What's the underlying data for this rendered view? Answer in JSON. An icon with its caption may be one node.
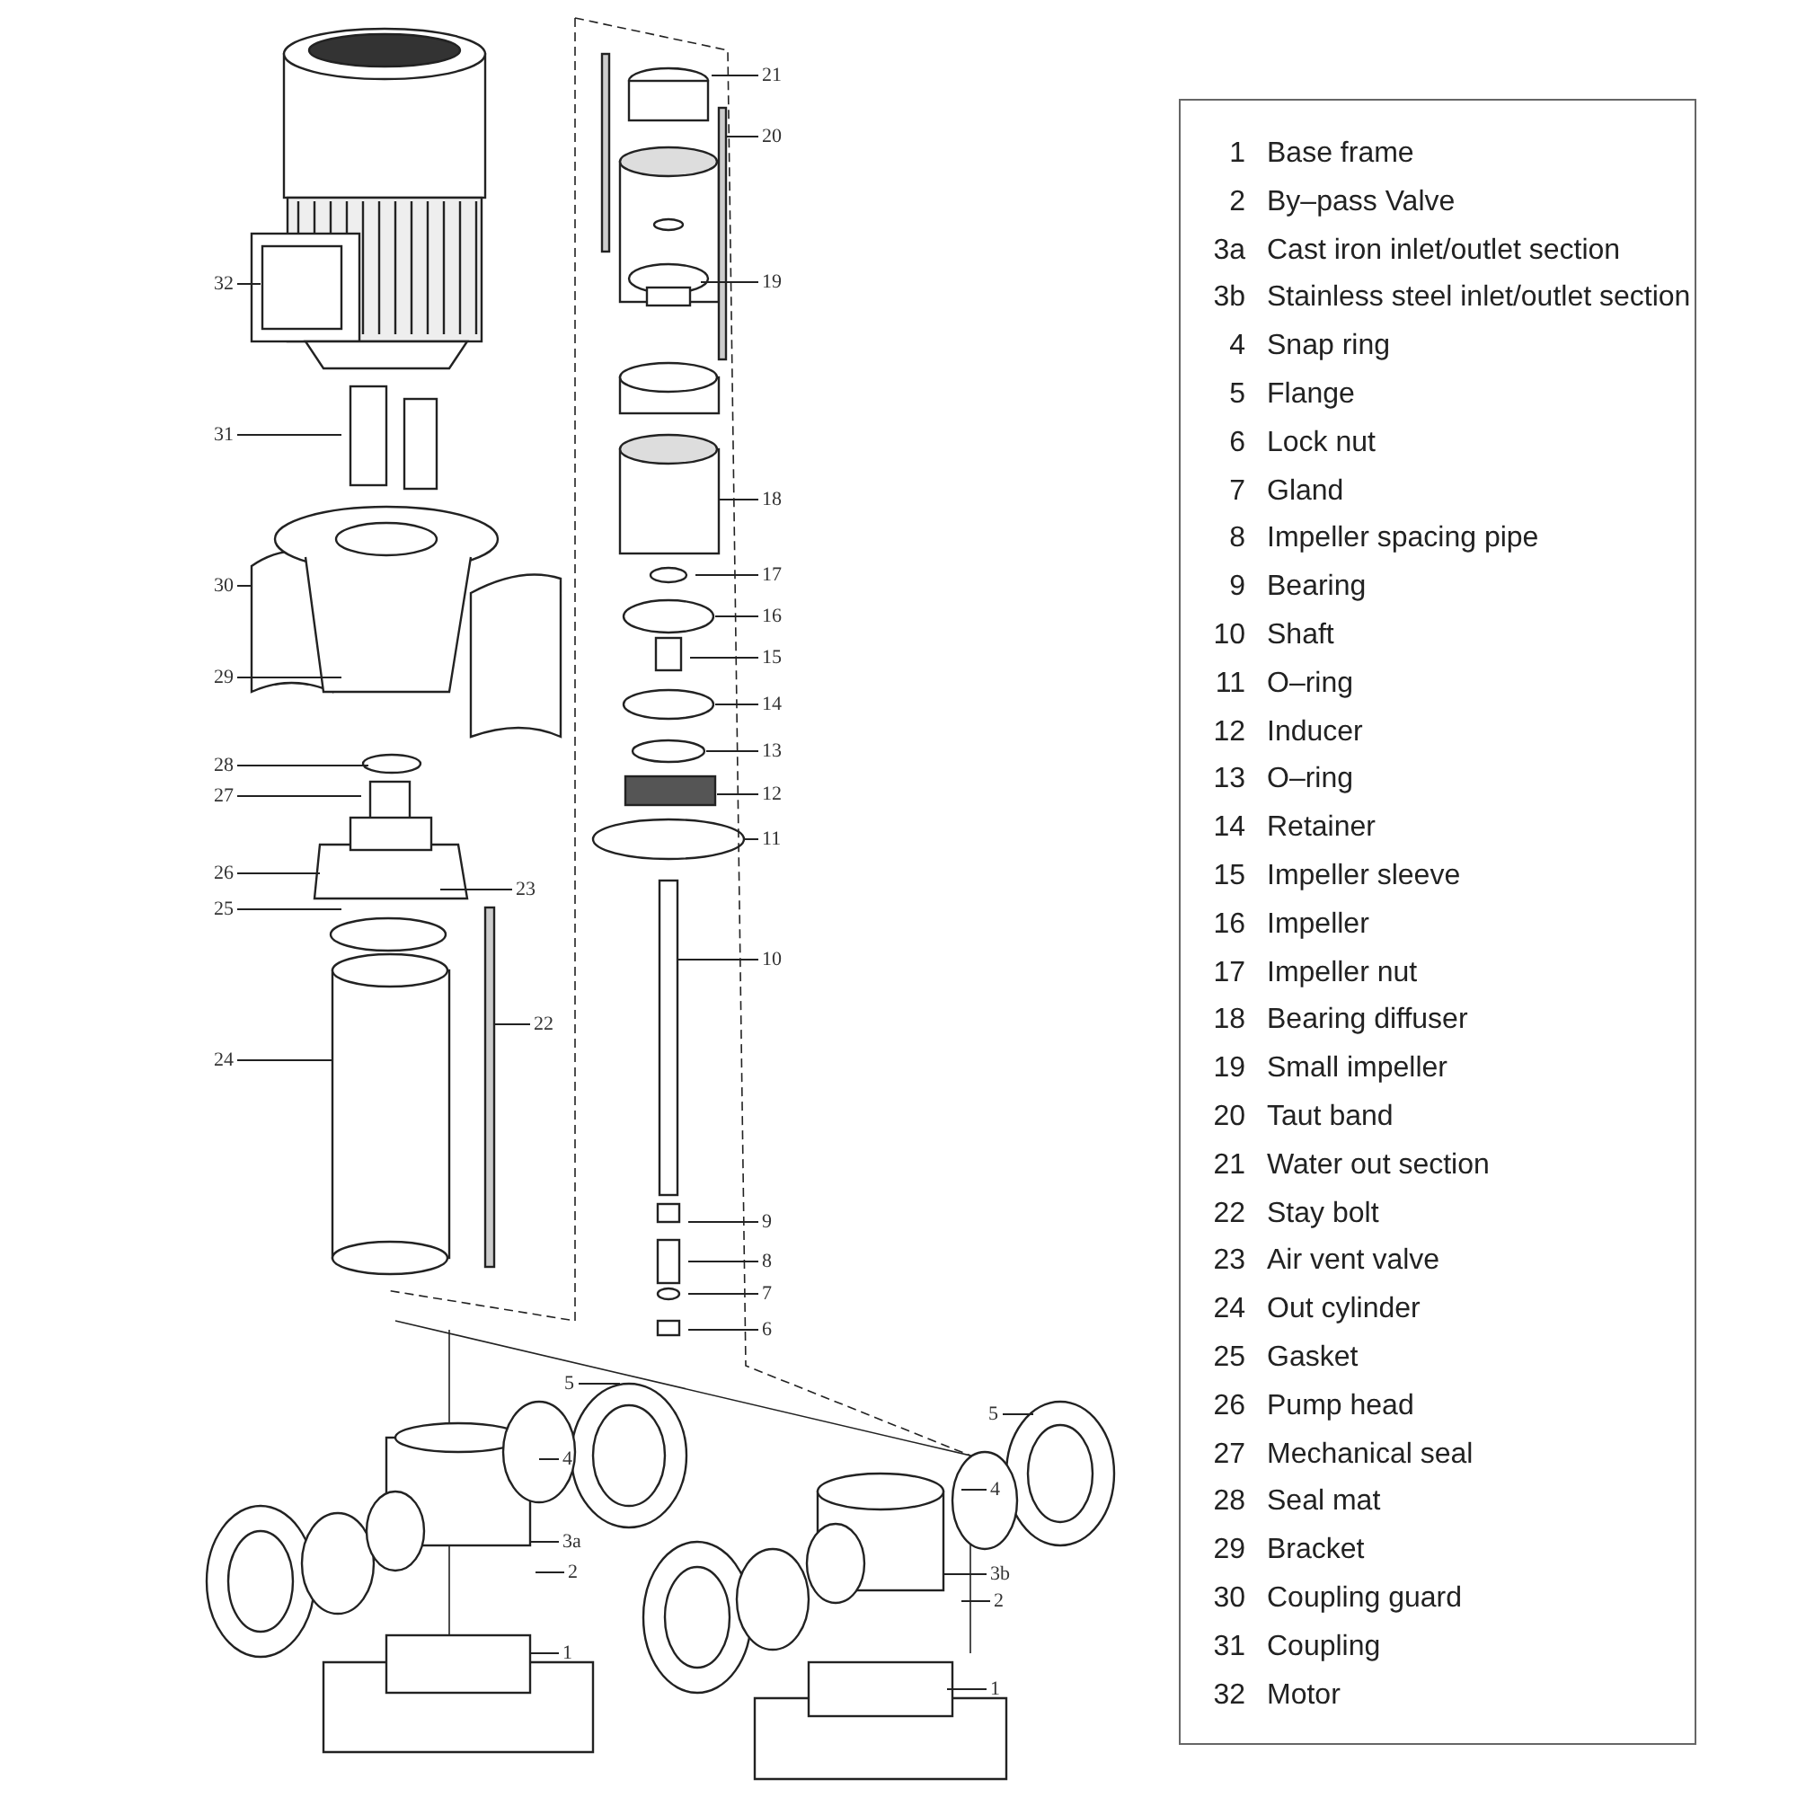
{
  "diagram": {
    "nodes": [
      {
        "text": [
          "32"
        ]
      },
      {
        "text": [
          "31"
        ]
      },
      {
        "text": [
          "30"
        ]
      },
      {
        "text": [
          "29"
        ]
      },
      {
        "text": [
          "28"
        ]
      },
      {
        "text": [
          "27"
        ]
      },
      {
        "text": [
          "26"
        ]
      },
      {
        "text": [
          "25"
        ]
      },
      {
        "text": [
          "24"
        ]
      },
      {
        "text": [
          "23"
        ]
      },
      {
        "text": [
          "22"
        ]
      },
      {
        "text": [
          "21"
        ]
      },
      {
        "text": [
          "20"
        ]
      },
      {
        "text": [
          "19"
        ]
      },
      {
        "text": [
          "18"
        ]
      },
      {
        "text": [
          "17"
        ]
      },
      {
        "text": [
          "16"
        ]
      },
      {
        "text": [
          "15"
        ]
      },
      {
        "text": [
          "14"
        ]
      },
      {
        "text": [
          "13"
        ]
      },
      {
        "text": [
          "12"
        ]
      },
      {
        "text": [
          "11"
        ]
      },
      {
        "text": [
          "10"
        ]
      },
      {
        "text": [
          "9"
        ]
      },
      {
        "text": [
          "8"
        ]
      },
      {
        "text": [
          "7"
        ]
      },
      {
        "text": [
          "6"
        ]
      },
      {
        "text": [
          "5"
        ]
      },
      {
        "text": [
          "4"
        ]
      },
      {
        "text": [
          "3a"
        ]
      },
      {
        "text": [
          "2"
        ]
      },
      {
        "text": [
          "1"
        ]
      },
      {
        "text": [
          "5"
        ]
      },
      {
        "text": [
          "4"
        ]
      },
      {
        "text": [
          "3b"
        ]
      },
      {
        "text": [
          "2"
        ]
      },
      {
        "text": [
          "1"
        ]
      }
    ],
    "edges": [
      {
        "from": 0,
        "to": null,
        "arrow": "none"
      },
      {
        "from": 1,
        "to": null,
        "arrow": "none"
      },
      {
        "from": 2,
        "to": null,
        "arrow": "none"
      },
      {
        "from": 3,
        "to": null,
        "arrow": "none"
      },
      {
        "from": 4,
        "to": null,
        "arrow": "none"
      },
      {
        "from": 5,
        "to": null,
        "arrow": "none"
      },
      {
        "from": 6,
        "to": null,
        "arrow": "none"
      },
      {
        "from": 7,
        "to": null,
        "arrow": "none"
      },
      {
        "from": 8,
        "to": null,
        "arrow": "none"
      },
      {
        "from": 9,
        "to": null,
        "arrow": "none"
      },
      {
        "from": 10,
        "to": null,
        "arrow": "none"
      },
      {
        "from": 11,
        "to": null,
        "arrow": "none"
      },
      {
        "from": 12,
        "to": null,
        "arrow": "none"
      },
      {
        "from": 13,
        "to": null,
        "arrow": "none"
      },
      {
        "from": 14,
        "to": null,
        "arrow": "none"
      },
      {
        "from": 15,
        "to": null,
        "arrow": "none"
      },
      {
        "from": 16,
        "to": null,
        "arrow": "none"
      },
      {
        "from": 17,
        "to": null,
        "arrow": "none"
      },
      {
        "from": 18,
        "to": null,
        "arrow": "none"
      },
      {
        "from": 19,
        "to": null,
        "arrow": "none"
      },
      {
        "from": 20,
        "to": null,
        "arrow": "none"
      },
      {
        "from": 21,
        "to": null,
        "arrow": "none"
      },
      {
        "from": 22,
        "to": null,
        "arrow": "none"
      },
      {
        "from": 23,
        "to": null,
        "arrow": "none"
      },
      {
        "from": 24,
        "to": null,
        "arrow": "none"
      },
      {
        "from": 25,
        "to": null,
        "arrow": "none"
      },
      {
        "from": 26,
        "to": null,
        "arrow": "none"
      },
      {
        "from": 27,
        "to": null,
        "arrow": "none"
      },
      {
        "from": 28,
        "to": null,
        "arrow": "none"
      },
      {
        "from": 29,
        "to": null,
        "arrow": "none"
      },
      {
        "from": 30,
        "to": null,
        "arrow": "none"
      },
      {
        "from": 31,
        "to": null,
        "arrow": "none"
      },
      {
        "from": 32,
        "to": null,
        "arrow": "none"
      },
      {
        "from": 33,
        "to": null,
        "arrow": "none"
      },
      {
        "from": 34,
        "to": null,
        "arrow": "none"
      },
      {
        "from": 35,
        "to": null,
        "arrow": "none"
      },
      {
        "from": 36,
        "to": null,
        "arrow": "none"
      }
    ],
    "labels": [
      "1",
      "Base frame",
      "2",
      "By–pass Valve",
      "3a",
      "Cast iron inlet/outlet section",
      "3b",
      "Stainless steel inlet/outlet section",
      "4",
      "Snap ring",
      "5",
      "Flange",
      "6",
      "Lock nut",
      "7",
      "Gland",
      "8",
      "Impeller spacing pipe",
      "9",
      "Bearing",
      "10",
      "Shaft",
      "11",
      "O–ring",
      "12",
      "Inducer",
      "13",
      "O–ring",
      "14",
      "Retainer",
      "15",
      "Impeller sleeve",
      "16",
      "Impeller",
      "17",
      "Impeller nut",
      "18",
      "Bearing diffuser",
      "19",
      "Small impeller",
      "20",
      "Taut band",
      "21",
      "Water out section",
      "22",
      "Stay bolt",
      "23",
      "Air vent valve",
      "24",
      "Out cylinder",
      "25",
      "Gasket",
      "26",
      "Pump head",
      "27",
      "Mechanical seal",
      "28",
      "Seal mat",
      "29",
      "Bracket",
      "30",
      "Coupling guard",
      "31",
      "Coupling",
      "32",
      "Motor"
    ]
  }
}
